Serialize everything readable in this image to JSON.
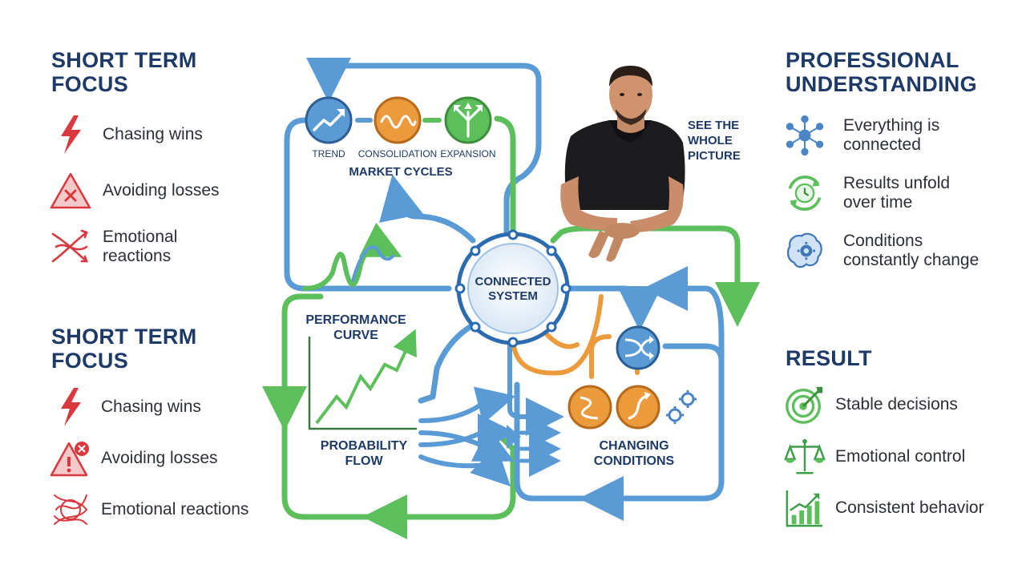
{
  "left_top": {
    "heading": [
      "SHORT TERM",
      "FOCUS"
    ],
    "items": [
      {
        "label": "Chasing wins",
        "icon": "lightning-icon"
      },
      {
        "label": "Avoiding losses",
        "icon": "warning-x-icon"
      },
      {
        "label": "Emotional\nreactions",
        "icon": "tangled-arrows-icon"
      }
    ]
  },
  "left_bottom": {
    "heading": [
      "SHORT TERM",
      "FOCUS"
    ],
    "items": [
      {
        "label": "Chasing wins",
        "icon": "lightning-icon"
      },
      {
        "label": "Avoiding losses",
        "icon": "warning-alert-icon"
      },
      {
        "label": "Emotional reactions",
        "icon": "tangled-arrows-icon"
      }
    ]
  },
  "right_top": {
    "heading": [
      "PROFESSIONAL",
      "UNDERSTANDING"
    ],
    "items": [
      {
        "label": "Everything is\nconnected",
        "icon": "network-icon"
      },
      {
        "label": "Results unfold\nover time",
        "icon": "clock-cycle-icon"
      },
      {
        "label": "Conditions\nconstantly change",
        "icon": "brain-gear-icon"
      }
    ]
  },
  "right_bottom": {
    "heading": [
      "RESULT"
    ],
    "items": [
      {
        "label": "Stable decisions",
        "icon": "target-icon"
      },
      {
        "label": "Emotional control",
        "icon": "balance-scale-icon"
      },
      {
        "label": "Consistent behavior",
        "icon": "growth-chart-icon"
      }
    ]
  },
  "diagram": {
    "market_cycles": {
      "title": "MARKET CYCLES",
      "nodes": [
        "TREND",
        "CONSOLIDATION",
        "EXPANSION"
      ]
    },
    "center": [
      "CONNECTED",
      "SYSTEM"
    ],
    "performance": [
      "PERFORMANCE",
      "CURVE"
    ],
    "probability": [
      "PROBABILITY",
      "FLOW"
    ],
    "changing": [
      "CHANGING",
      "CONDITIONS"
    ],
    "see_picture": [
      "SEE THE",
      "WHOLE",
      "PICTURE"
    ]
  },
  "colors": {
    "navy": "#1d3a68",
    "blue": "#5a9bd5",
    "green": "#5cbf5c",
    "orange": "#eb9a3c",
    "red": "#d9383e"
  }
}
